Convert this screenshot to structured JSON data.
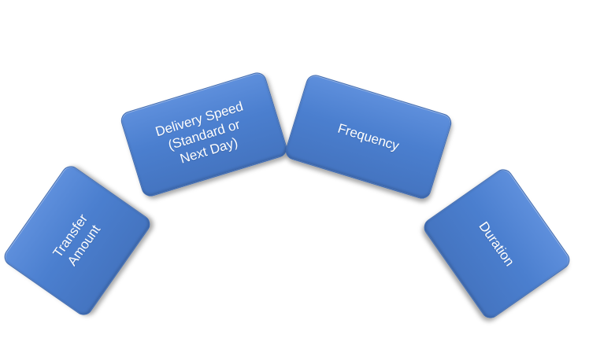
{
  "diagram": {
    "blocks": [
      {
        "label": "Transfer\nAmount"
      },
      {
        "label": "Delivery Speed\n(Standard or\nNext Day)"
      },
      {
        "label": "Frequency"
      },
      {
        "label": "Duration"
      }
    ]
  },
  "colors": {
    "block_fill": "#4a7ecf",
    "block_border": "#3d69b0",
    "text": "#ffffff",
    "background": "#ffffff"
  }
}
